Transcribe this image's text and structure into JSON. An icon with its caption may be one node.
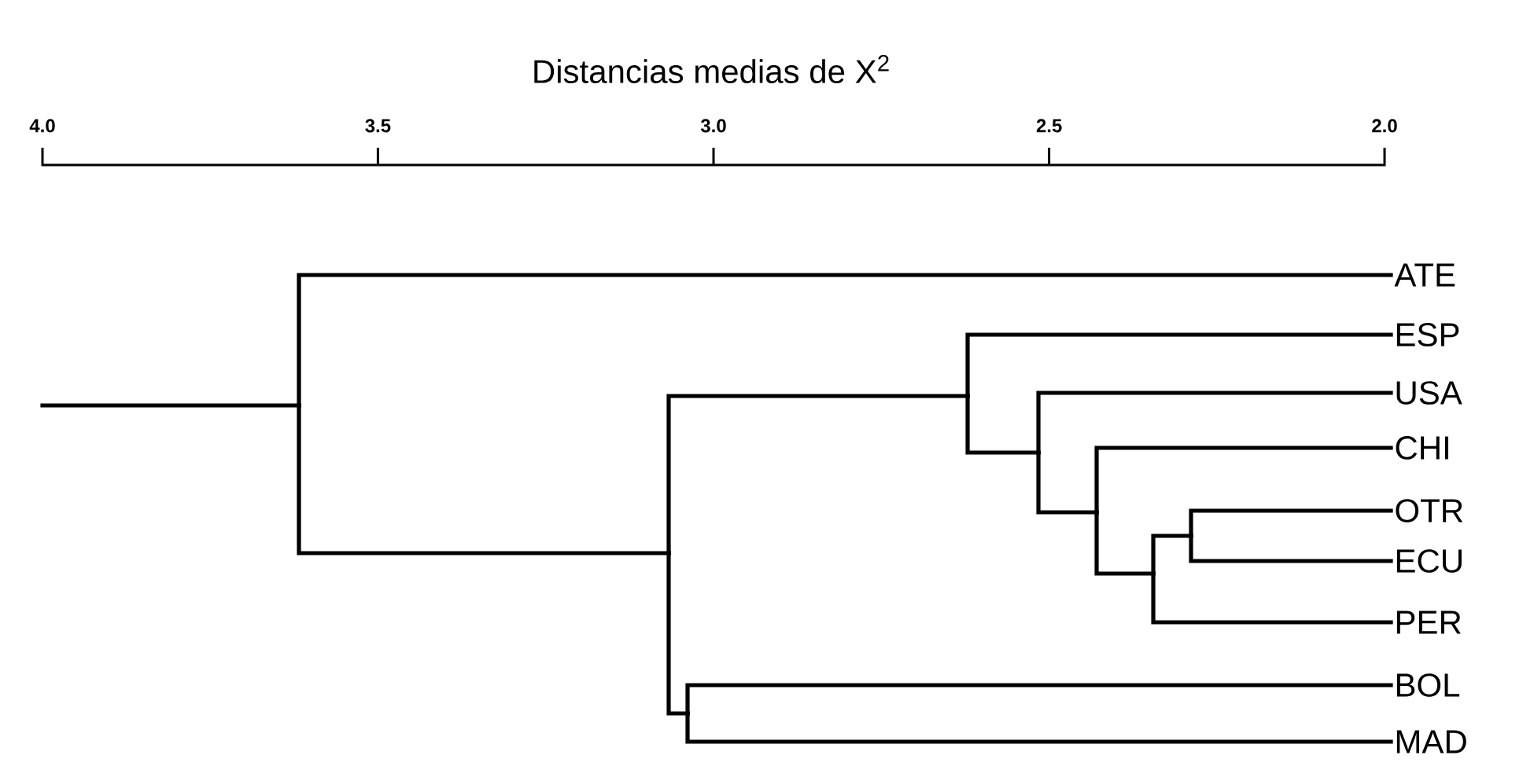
{
  "diagram": {
    "title": "Distancias medias de X$^{2}$",
    "nodes": [
      {
        "text": [
          "ATE"
        ]
      },
      {
        "text": [
          "ESP"
        ]
      },
      {
        "text": [
          "USA"
        ]
      },
      {
        "text": [
          "CHI"
        ]
      },
      {
        "text": [
          "OTR"
        ]
      },
      {
        "text": [
          "ECU"
        ]
      },
      {
        "text": [
          "PER"
        ]
      },
      {
        "text": [
          "BOL"
        ]
      },
      {
        "text": [
          "MAD"
        ]
      },
      {
        "text": [],
        "shape": "junction"
      },
      {
        "text": [],
        "shape": "junction"
      },
      {
        "text": [],
        "shape": "junction"
      },
      {
        "text": [],
        "shape": "junction"
      },
      {
        "text": [],
        "shape": "junction"
      },
      {
        "text": [],
        "shape": "junction"
      },
      {
        "text": [],
        "shape": "junction"
      },
      {
        "text": [],
        "shape": "junction"
      }
    ],
    "edges": [
      {
        "from": null,
        "to": 9,
        "arrow": "none"
      },
      {
        "from": 9,
        "to": 0,
        "arrow": "none"
      },
      {
        "from": 9,
        "to": 10,
        "arrow": "none"
      },
      {
        "from": 10,
        "to": 11,
        "arrow": "none"
      },
      {
        "from": 10,
        "to": 16,
        "arrow": "none"
      },
      {
        "from": 11,
        "to": 1,
        "arrow": "none"
      },
      {
        "from": 11,
        "to": 12,
        "arrow": "none"
      },
      {
        "from": 12,
        "to": 2,
        "arrow": "none"
      },
      {
        "from": 12,
        "to": 13,
        "arrow": "none"
      },
      {
        "from": 13,
        "to": 3,
        "arrow": "none"
      },
      {
        "from": 13,
        "to": 14,
        "arrow": "none"
      },
      {
        "from": 14,
        "to": 15,
        "arrow": "none"
      },
      {
        "from": 14,
        "to": 6,
        "arrow": "none"
      },
      {
        "from": 15,
        "to": 4,
        "arrow": "none"
      },
      {
        "from": 15,
        "to": 5,
        "arrow": "none"
      },
      {
        "from": 16,
        "to": 7,
        "arrow": "none"
      },
      {
        "from": 16,
        "to": 8,
        "arrow": "none"
      }
    ],
    "labels": [
      "4.0",
      "3.5",
      "3.0",
      "2.5",
      "2.0"
    ]
  }
}
